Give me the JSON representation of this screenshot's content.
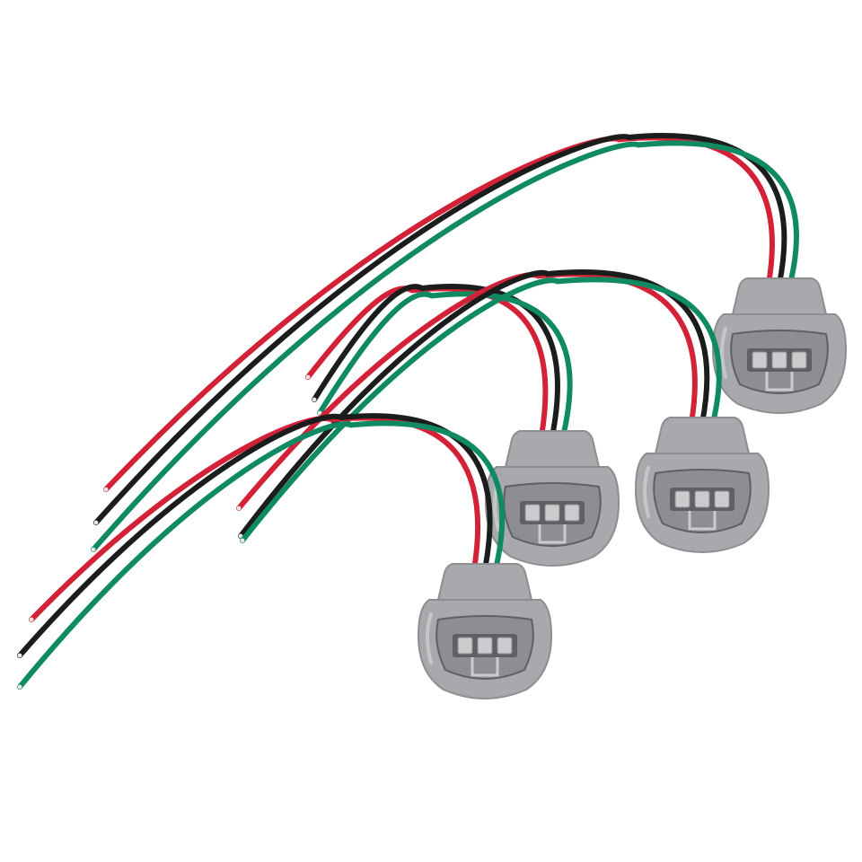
{
  "colors": {
    "background": "#ffffff",
    "wire_red": "#d32238",
    "wire_black": "#1b1d1d",
    "wire_green": "#0f8a62",
    "connector_body": "#a7a9ac",
    "connector_shade": "#8c8e91",
    "connector_dark": "#5e6064",
    "terminal": "#c9cbcd"
  },
  "wire_order": [
    "red",
    "black",
    "green"
  ],
  "connector_count": 4,
  "connectors": [
    {
      "id": "connector-back-right",
      "pins": 3
    },
    {
      "id": "connector-middle-left",
      "pins": 3
    },
    {
      "id": "connector-middle-right",
      "pins": 3
    },
    {
      "id": "connector-front",
      "pins": 3
    }
  ]
}
